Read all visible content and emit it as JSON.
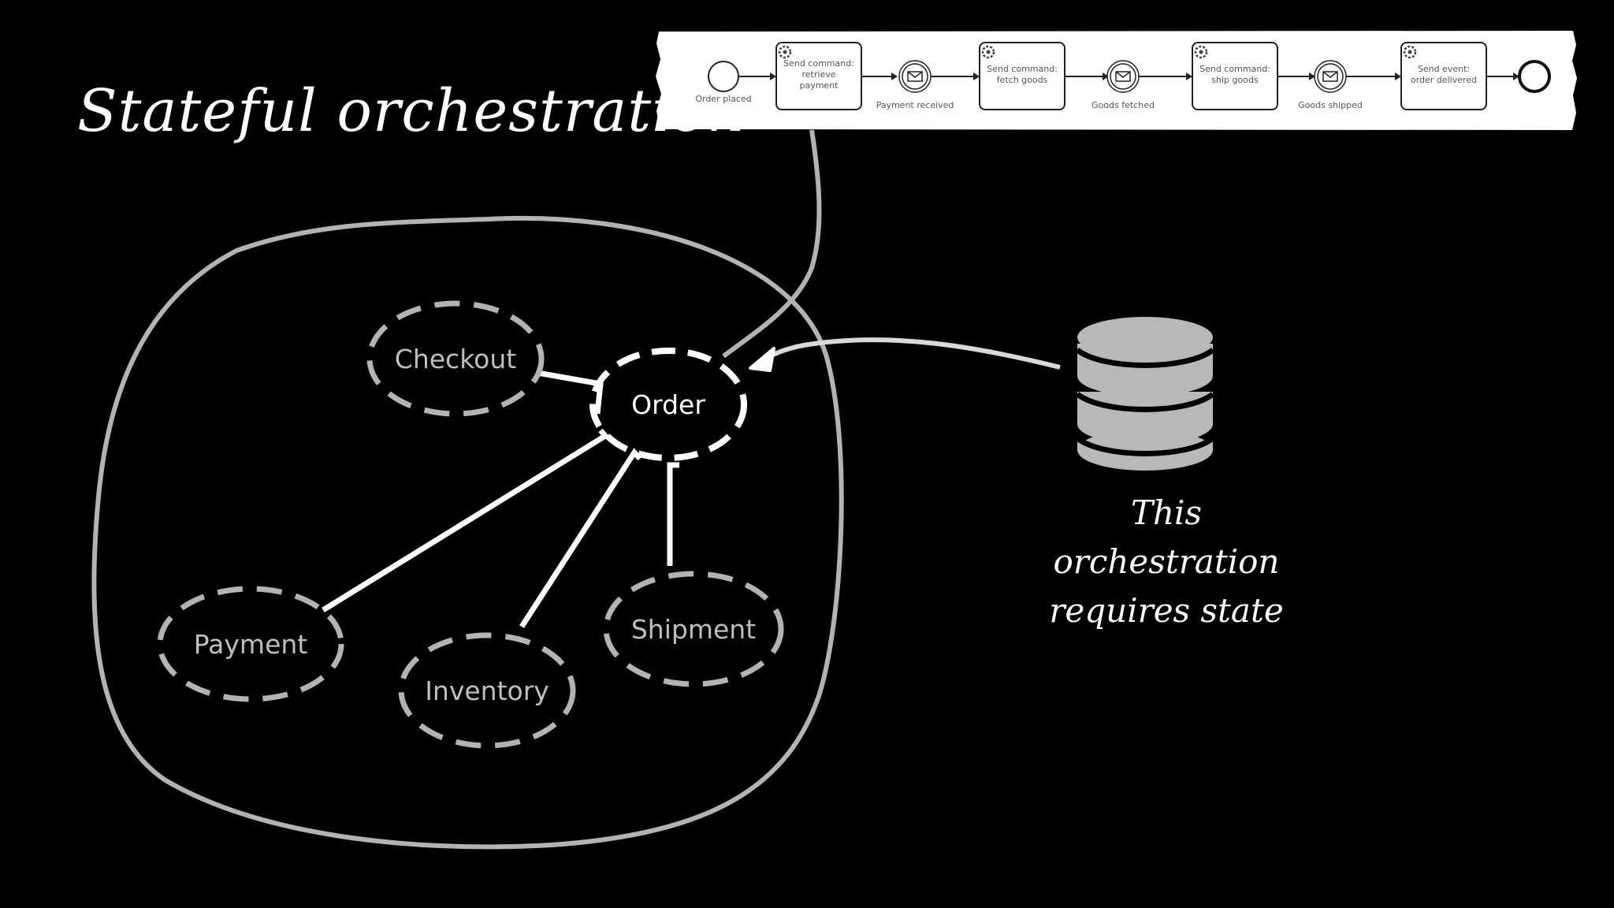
{
  "title": "Stateful orchestration",
  "caption": {
    "line1": "This orchestration",
    "line2": "requires state"
  },
  "services": {
    "checkout": "Checkout",
    "order": "Order",
    "payment": "Payment",
    "inventory": "Inventory",
    "shipment": "Shipment"
  },
  "process": {
    "start_event": "Order placed",
    "task1": [
      "Send command:",
      "retrieve",
      "payment"
    ],
    "event1": "Payment received",
    "task2": [
      "Send command:",
      "fetch goods"
    ],
    "event2": "Goods fetched",
    "task3": [
      "Send command:",
      "ship goods"
    ],
    "event3": "Goods shipped",
    "task4": [
      "Send event:",
      "order delivered"
    ]
  },
  "icons": [
    "database-icon",
    "gear-icon",
    "envelope-icon"
  ],
  "colors": {
    "background": "#000000",
    "foreground": "#ffffff",
    "muted": "#b3b3b3",
    "paper": "#ffffff"
  }
}
